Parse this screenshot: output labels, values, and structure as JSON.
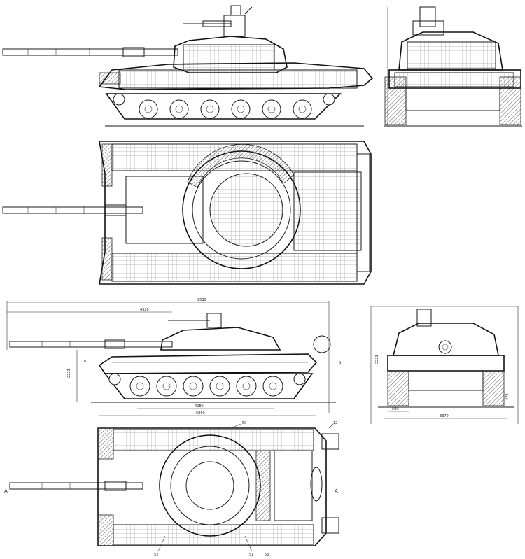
{
  "drawing": {
    "views": [
      "cutaway-side-view",
      "cutaway-front-view",
      "cutaway-top-view",
      "dimensioned-side-view",
      "dimensioned-front-view",
      "top-view-with-callouts"
    ],
    "dimension_labels": {
      "overall_length": "9530",
      "hull_length": "6860",
      "gun_overhang": "4320",
      "height": "2223",
      "track_length": "4280",
      "hull_width": "3370",
      "track_width": "580",
      "front_height": "2223",
      "ground_clearance": "470"
    },
    "section_marks": {
      "left_a": "A",
      "right_a": "A",
      "left_b": "Б",
      "right_b": "Б"
    },
    "callouts": [
      "52",
      "51",
      "50",
      "53",
      "12"
    ],
    "line_color": "#1a1a1a",
    "paper_color": "#ffffff"
  }
}
